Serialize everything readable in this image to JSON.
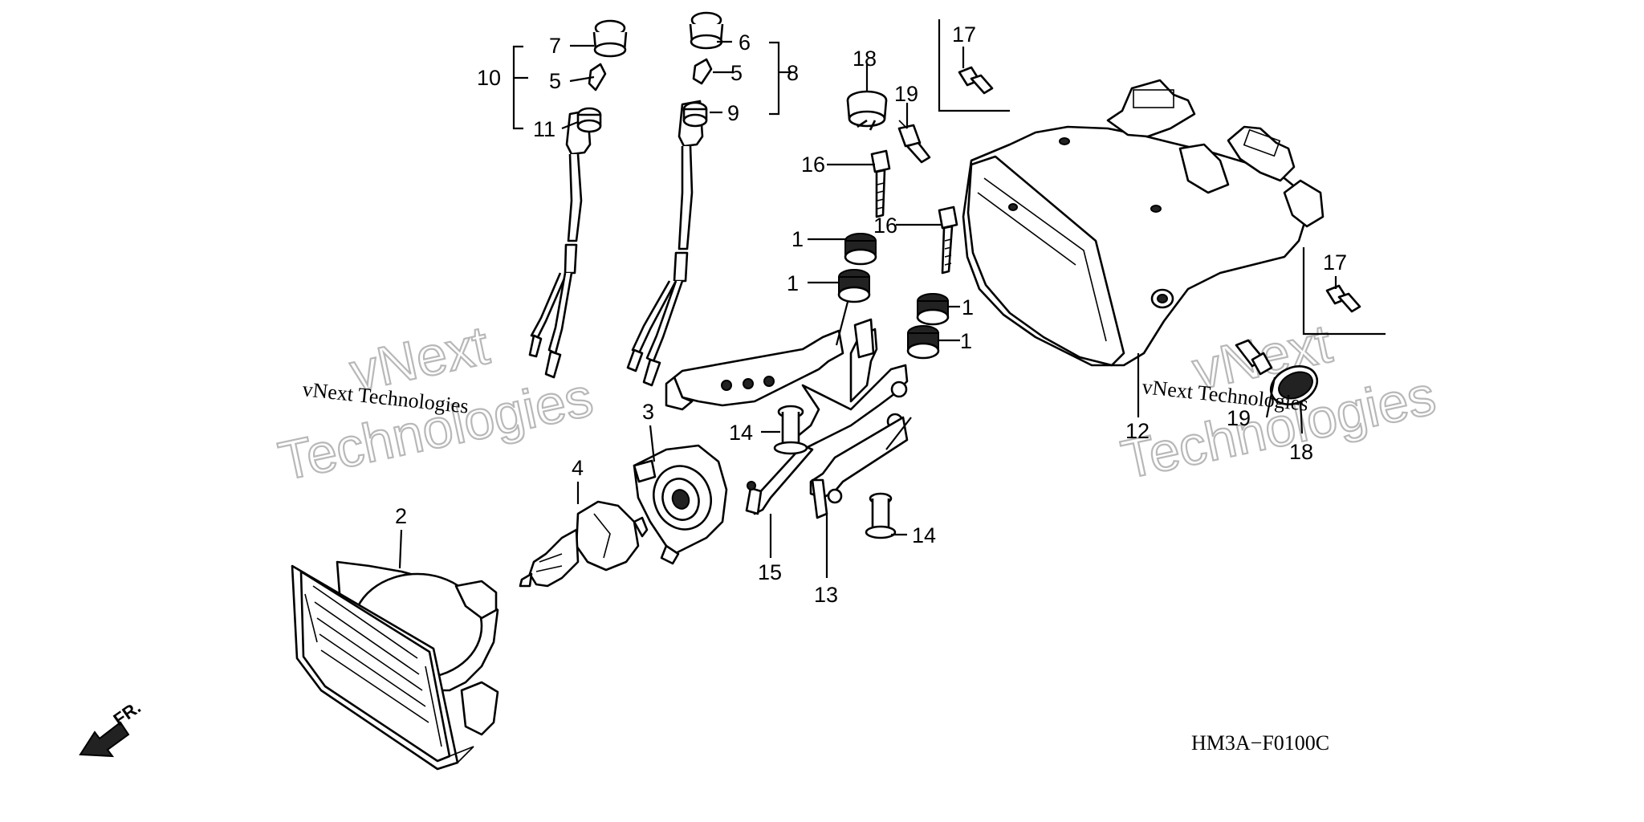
{
  "diagram": {
    "callouts": {
      "c1a": "1",
      "c1b": "1",
      "c1c": "1",
      "c1d": "1",
      "c2": "2",
      "c3": "3",
      "c4": "4",
      "c5a": "5",
      "c5b": "5",
      "c6": "6",
      "c7": "7",
      "c8": "8",
      "c9": "9",
      "c10": "10",
      "c11": "11",
      "c12": "12",
      "c13": "13",
      "c14a": "14",
      "c14b": "14",
      "c15": "15",
      "c16a": "16",
      "c16b": "16",
      "c17a": "17",
      "c17b": "17",
      "c18a": "18",
      "c18b": "18",
      "c19a": "19",
      "c19b": "19"
    },
    "front_label": "FR.",
    "figure_code": "HM3A−F0100C",
    "watermark": {
      "big_line1": "vNext",
      "big_line2": "Technologies",
      "small": "vNext Technologies"
    }
  }
}
